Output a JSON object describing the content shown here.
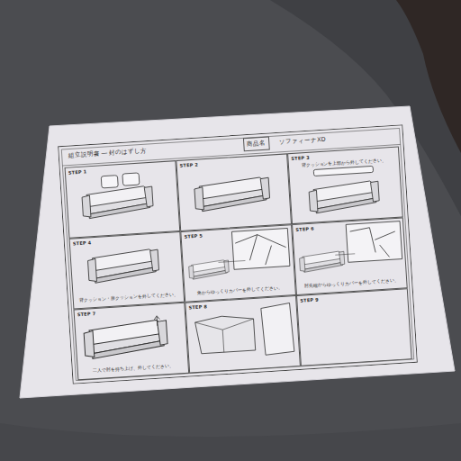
{
  "diagram": {
    "nodes": [
      {
        "text": [
          "組立説明書 ― 封のはずし方"
        ]
      },
      {
        "text": [
          "商品名"
        ]
      },
      {
        "text": [
          "ソファィーナXD"
        ]
      },
      {
        "text": [
          "STEP 1"
        ]
      },
      {
        "text": [
          "STEP 2"
        ]
      },
      {
        "text": [
          "STEP 3",
          "背クッションを上部から外してください。"
        ]
      },
      {
        "text": [
          "STEP 4",
          "背クッション・座クッションを外してください。"
        ]
      },
      {
        "text": [
          "STEP 5",
          "角からゆっくりカバーを外してください。"
        ]
      },
      {
        "text": [
          "STEP 6",
          "肘先端からゆっくりカバーを外してください。"
        ]
      },
      {
        "text": [
          "STEP 7",
          "二人で肘を持ち上げ、外してください。"
        ]
      },
      {
        "text": [
          "STEP 8"
        ]
      },
      {
        "text": [
          "STEP 9"
        ]
      }
    ]
  }
}
